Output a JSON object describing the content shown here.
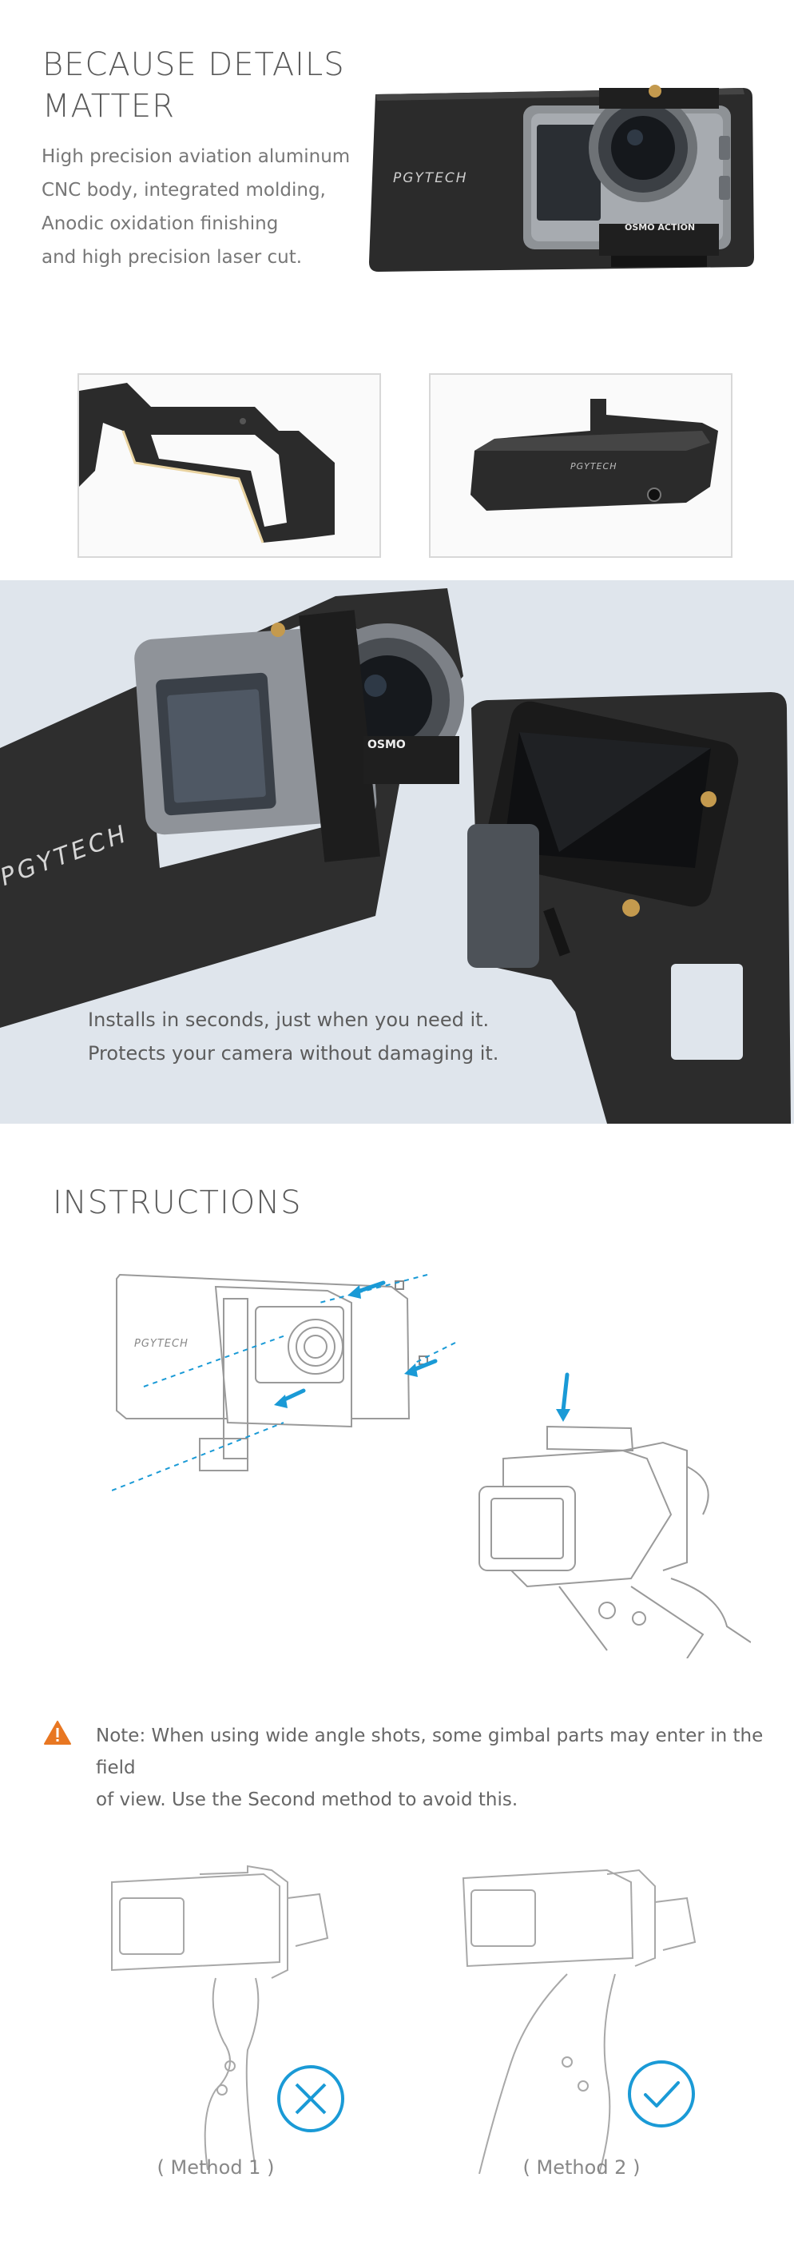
{
  "hero": {
    "title_line1": "BECAUSE DETAILS",
    "title_line2": "MATTER",
    "description": [
      "High precision aviation aluminum",
      "CNC body, integrated molding,",
      "Anodic oxidation finishing",
      "and high precision laser cut."
    ],
    "brand": "PGYTECH",
    "camera_label": "OSMO ACTION"
  },
  "banner": {
    "lines": [
      "Installs in seconds, just when you need it.",
      "Protects your camera without damaging it."
    ],
    "brand": "PGYTECH",
    "camera_label": "OSMO"
  },
  "instructions": {
    "title": "INSTRUCTIONS",
    "brand": "PGYTECH",
    "note_line1": "Note: When using wide angle shots, some gimbal parts may enter in the field",
    "note_line2": "of view. Use the Second method to avoid this."
  },
  "methods": [
    {
      "label": "( Method 1 )",
      "status": "incorrect"
    },
    {
      "label": "( Method 2 )",
      "status": "correct"
    }
  ],
  "colors": {
    "accent_blue": "#1a9ad6",
    "warning_orange": "#e87722",
    "banner_bg": "#dfe5ec"
  }
}
